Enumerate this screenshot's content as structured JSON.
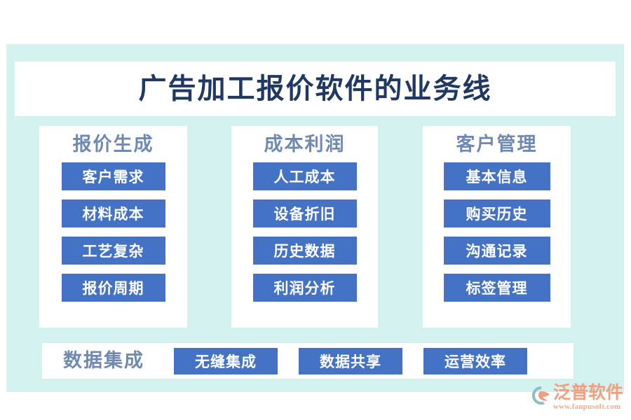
{
  "page": {
    "title": "广告加工报价软件的业务线",
    "background_color": "#ffffff",
    "panel_color": "#d3f1ef",
    "card_color": "#ffffff",
    "title_color": "#1f3864",
    "heading_color": "#7089b3",
    "chip_color": "#4472c4",
    "chip_text_color": "#ffffff"
  },
  "columns": [
    {
      "heading": "报价生成",
      "items": [
        {
          "label": "客户需求"
        },
        {
          "label": "材料成本"
        },
        {
          "label": "工艺复杂"
        },
        {
          "label": "报价周期"
        }
      ]
    },
    {
      "heading": "成本利润",
      "items": [
        {
          "label": "人工成本"
        },
        {
          "label": "设备折旧"
        },
        {
          "label": "历史数据"
        },
        {
          "label": "利润分析"
        }
      ]
    },
    {
      "heading": "客户管理",
      "items": [
        {
          "label": "基本信息"
        },
        {
          "label": "购买历史"
        },
        {
          "label": "沟通记录"
        },
        {
          "label": "标签管理"
        }
      ]
    }
  ],
  "bottom": {
    "label": "数据集成",
    "items": [
      {
        "label": "无缝集成"
      },
      {
        "label": "数据共享"
      },
      {
        "label": "运营效率"
      }
    ]
  },
  "logo": {
    "name": "泛普软件",
    "url": "www.fanpusoft.com",
    "mark_color_warm": "#f0a080",
    "mark_color_cool": "#8fbfc4"
  }
}
